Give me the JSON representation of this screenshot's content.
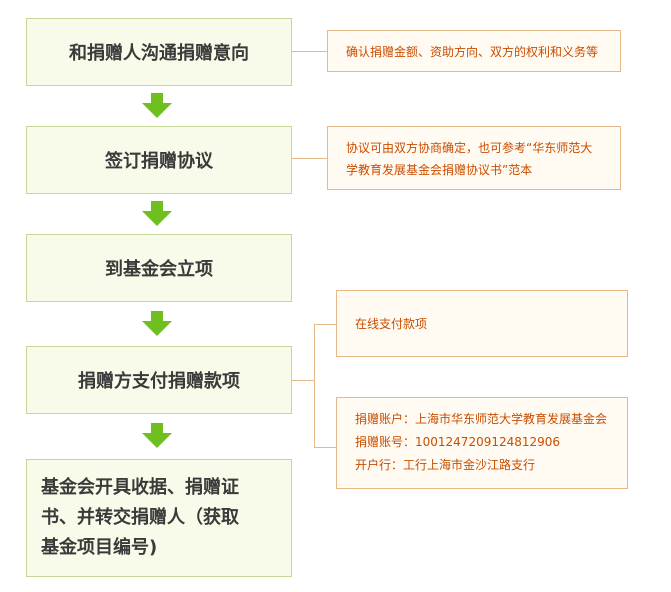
{
  "colors": {
    "step_bg": "#f8fbe9",
    "step_border": "#c6d79a",
    "arrow": "#6fc01f",
    "note_bg": "#fffaf2",
    "note_border": "#e7b98a",
    "note_text": "#c94d00"
  },
  "steps": [
    {
      "label": "和捐赠人沟通捐赠意向"
    },
    {
      "label": "签订捐赠协议"
    },
    {
      "label": "到基金会立项"
    },
    {
      "label": "捐赠方支付捐赠款项"
    },
    {
      "lines": [
        "基金会开具收据、捐赠证",
        "书、并转交捐赠人（获取",
        "基金项目编号)"
      ]
    }
  ],
  "notes": {
    "intent": "确认捐赠金额、资助方向、双方的权利和义务等",
    "agreement": [
      "协议可由双方协商确定，也可参考“华东师范大",
      "学教育发展基金会捐赠协议书”范本"
    ],
    "online_payment": "在线支付款项",
    "account": [
      "捐赠账户：上海市华东师范大学教育发展基金会",
      "捐赠账号：1001247209124812906",
      "开户行：工行上海市金沙江路支行"
    ]
  }
}
